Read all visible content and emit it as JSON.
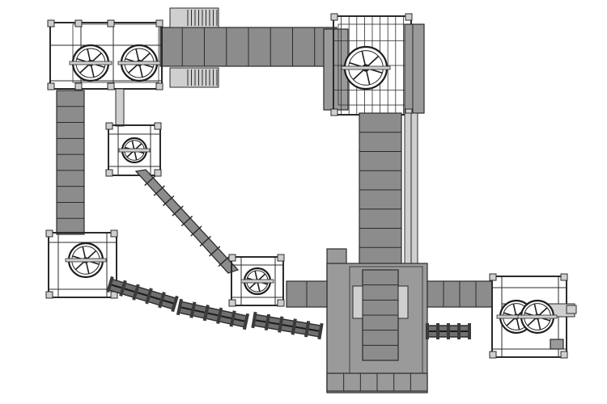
{
  "diagram": {
    "palette": {
      "background": "#ffffff",
      "conveyor_fill": "#8c8c8c",
      "conveyor_dark": "#6f6f6f",
      "steel_line": "#2b2b2b",
      "frame_fill": "#cfcfcf",
      "structure_fill": "#9a9a9a",
      "wheel_stroke": "#1e1e1e"
    },
    "components": [
      {
        "name": "top-left-drive-station",
        "icon": "double-winch-wheel-icon"
      },
      {
        "name": "top-horizontal-conveyor",
        "icon": "conveyor-belt-icon"
      },
      {
        "name": "top-right-drive-tower",
        "icon": "winch-wheel-icon"
      },
      {
        "name": "left-vertical-conveyor",
        "icon": "conveyor-belt-icon"
      },
      {
        "name": "left-drive-station",
        "icon": "winch-wheel-icon"
      },
      {
        "name": "middle-drive-station",
        "icon": "winch-wheel-icon"
      },
      {
        "name": "diagonal-conveyor",
        "icon": "conveyor-belt-icon"
      },
      {
        "name": "lower-drive-station",
        "icon": "winch-wheel-icon"
      },
      {
        "name": "curved-chain-conveyor",
        "icon": "chain-conveyor-icon"
      },
      {
        "name": "right-vertical-conveyor",
        "icon": "conveyor-belt-icon"
      },
      {
        "name": "central-hub-structure",
        "icon": "hub-structure-icon"
      },
      {
        "name": "right-horizontal-conveyor",
        "icon": "conveyor-belt-icon"
      },
      {
        "name": "right-drive-station",
        "icon": "double-winch-wheel-icon"
      }
    ]
  }
}
